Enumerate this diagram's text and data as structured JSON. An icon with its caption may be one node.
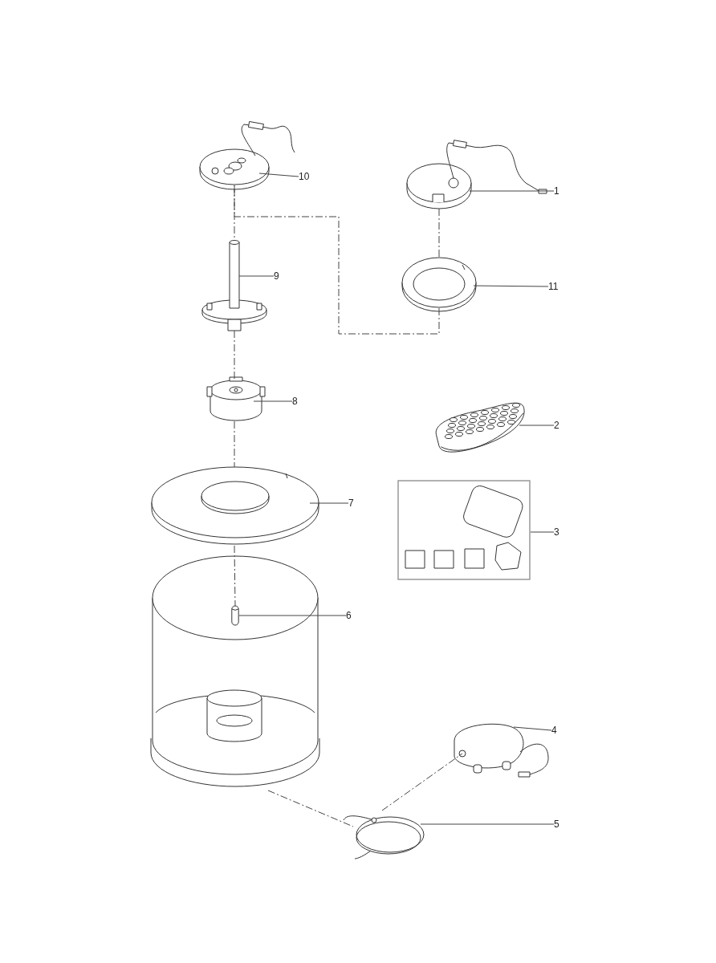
{
  "diagram": {
    "nodes": [
      {
        "text": [],
        "shape": "picture"
      },
      {
        "text": [
          "10"
        ]
      },
      {
        "text": [],
        "shape": "picture"
      },
      {
        "text": [
          "1"
        ]
      },
      {
        "text": [],
        "shape": "picture"
      },
      {
        "text": [
          "9"
        ]
      },
      {
        "text": [],
        "shape": "picture"
      },
      {
        "text": [
          "11"
        ]
      },
      {
        "text": [],
        "shape": "picture"
      },
      {
        "text": [
          "8"
        ]
      },
      {
        "text": [],
        "shape": "picture"
      },
      {
        "text": [
          "2"
        ]
      },
      {
        "text": [],
        "shape": "picture"
      },
      {
        "text": [
          "7"
        ]
      },
      {
        "text": [],
        "shape": "picture"
      },
      {
        "text": [
          "3"
        ]
      },
      {
        "text": [],
        "shape": "picture"
      },
      {
        "text": [],
        "shape": "cylinder",
        "in": 16
      },
      {
        "text": [
          "6"
        ]
      },
      {
        "text": [],
        "shape": "picture"
      },
      {
        "text": [
          "4"
        ]
      },
      {
        "text": [],
        "shape": "picture"
      },
      {
        "text": [
          "5"
        ]
      }
    ],
    "edges": [
      {
        "from": 1,
        "to": 0,
        "arrow": "none"
      },
      {
        "from": 3,
        "to": 2,
        "arrow": "none"
      },
      {
        "from": 5,
        "to": 4,
        "arrow": "none"
      },
      {
        "from": 7,
        "to": 6,
        "arrow": "none"
      },
      {
        "from": 9,
        "to": 8,
        "arrow": "none"
      },
      {
        "from": 11,
        "to": 10,
        "arrow": "none"
      },
      {
        "from": 13,
        "to": 12,
        "arrow": "none"
      },
      {
        "from": 15,
        "to": 14,
        "arrow": "none"
      },
      {
        "from": 18,
        "to": 17,
        "arrow": "none"
      },
      {
        "from": 20,
        "to": 19,
        "arrow": "none"
      },
      {
        "from": 22,
        "to": 21,
        "arrow": "none"
      },
      {
        "from": 0,
        "to": 4,
        "arrow": "none",
        "style": "dashed"
      },
      {
        "from": 4,
        "to": 8,
        "arrow": "none",
        "style": "dashed"
      },
      {
        "from": 8,
        "to": 12,
        "arrow": "none",
        "style": "dashed"
      },
      {
        "from": 12,
        "to": 17,
        "arrow": "none",
        "style": "dashed"
      },
      {
        "from": 2,
        "to": 6,
        "arrow": "none",
        "style": "dashed"
      },
      {
        "from": 6,
        "to": 0,
        "arrow": "none",
        "style": "dashed"
      },
      {
        "from": 16,
        "to": 21,
        "arrow": "none",
        "style": "dashed"
      },
      {
        "from": 21,
        "to": 19,
        "arrow": "none",
        "style": "dashed"
      }
    ]
  }
}
